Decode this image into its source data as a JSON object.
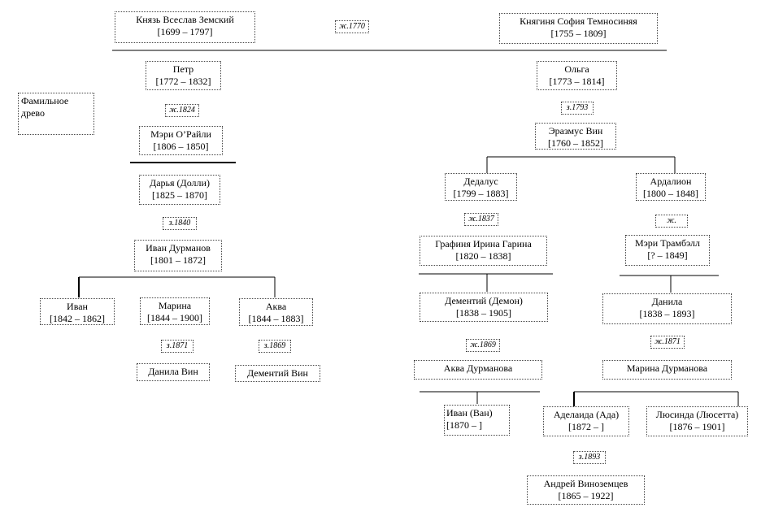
{
  "title_note": {
    "line1": "Фамильное",
    "line2": "древо"
  },
  "people": {
    "vseslav": {
      "name": "Князь Всеслав Земский",
      "years": "[1699 – 1797]"
    },
    "sofia": {
      "name": "Княгиня София Темносиняя",
      "years": "[1755 – 1809]"
    },
    "petr": {
      "name": "Петр",
      "years": "[1772 – 1832]"
    },
    "olga": {
      "name": "Ольга",
      "years": "[1773 – 1814]"
    },
    "mary_oreilly": {
      "name": "Мэри О’Райли",
      "years": "[1806 – 1850]"
    },
    "erasmus": {
      "name": "Эразмус Вин",
      "years": "[1760 – 1852]"
    },
    "darya": {
      "name": "Дарья (Долли)",
      "years": "[1825 – 1870]"
    },
    "dedalus": {
      "name": "Дедалус",
      "years": "[1799 – 1883]"
    },
    "ardalion": {
      "name": "Ардалион",
      "years": "[1800 – 1848]"
    },
    "ivan_durmanov": {
      "name": "Иван Дурманов",
      "years": "[1801 – 1872]"
    },
    "irina": {
      "name": "Графиня Ирина Гарина",
      "years": "[1820 – 1838]"
    },
    "mary_trumbull": {
      "name": "Мэри Трамбэлл",
      "years": "[? – 1849]"
    },
    "ivan": {
      "name": "Иван",
      "years": "[1842 – 1862]"
    },
    "marina": {
      "name": "Марина",
      "years": "[1844 – 1900]"
    },
    "akva": {
      "name": "Аква",
      "years": "[1844 – 1883]"
    },
    "dementy": {
      "name": "Дементий (Демон)",
      "years": "[1838 – 1905]"
    },
    "danila_d": {
      "name": "Данила",
      "years": "[1838 – 1893]"
    },
    "danila_vin": {
      "name": "Данила Вин"
    },
    "dementy_vin": {
      "name": "Дементий Вин"
    },
    "akva_durmanova": {
      "name": "Аква Дурманова"
    },
    "marina_durmanova": {
      "name": "Марина Дурманова"
    },
    "van": {
      "name": "Иван (Ван)",
      "years": "[1870 – ]"
    },
    "ada": {
      "name": "Аделаида (Ада)",
      "years": "[1872 – ]"
    },
    "lucette": {
      "name": "Люсинда (Люсетта)",
      "years": "[1876 – 1901]"
    },
    "andrey": {
      "name": "Андрей Виноземцев",
      "years": "[1865 – 1922]"
    }
  },
  "marriages": {
    "m1770": "ж.1770",
    "m1824": "ж.1824",
    "m1793": "з.1793",
    "m1840": "з.1840",
    "m1837": "ж.1837",
    "m_ard": "ж.",
    "m1871a": "з.1871",
    "m1869a": "з.1869",
    "m1869b": "ж.1869",
    "m1871b": "ж.1871",
    "m1893": "з.1893"
  }
}
